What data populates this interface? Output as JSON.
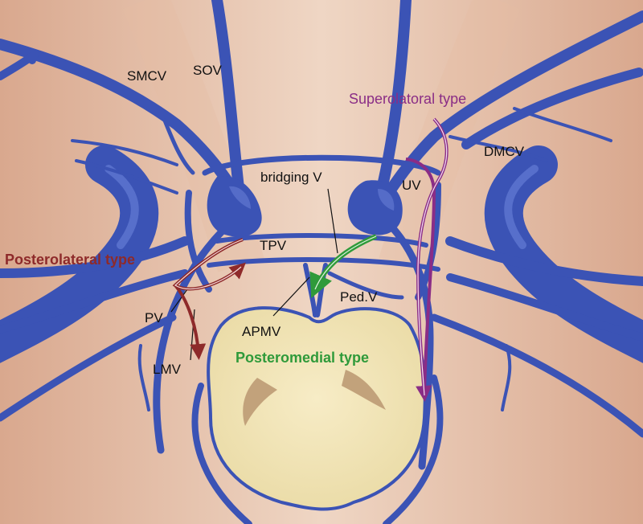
{
  "labels": {
    "smcv": "SMCV",
    "sov": "SOV",
    "superolateral_type": "Superolatoral type",
    "dmcv": "DMCV",
    "bridging_v": "bridging V",
    "uv": "UV",
    "posterolateral_type": "Posterolateral type",
    "tpv": "TPV",
    "ped_v": "Ped.V",
    "pv": "PV",
    "apmv": "APMV",
    "posteromedial_type": "Posteromedial type",
    "lmv": "LMV"
  },
  "colors": {
    "background": "#e9c9b3",
    "vein": "#3b53b5",
    "midbrain": "#f3e6b8",
    "posterolateral": "#8e2a2a",
    "superolateral": "#8a2d86",
    "posteromedial": "#2f9a3a"
  }
}
